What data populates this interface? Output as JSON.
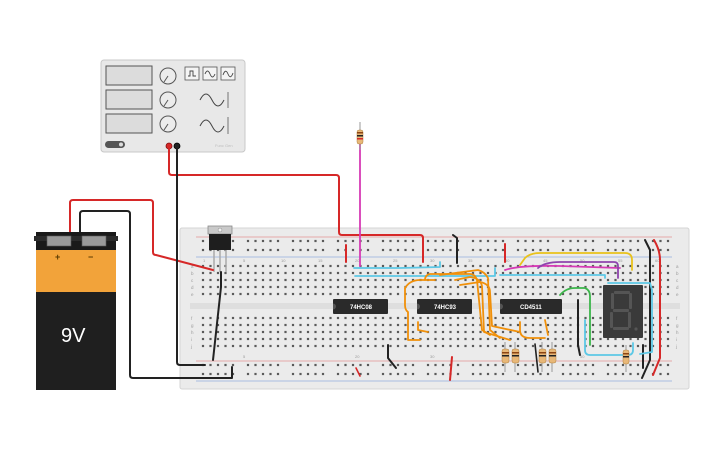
{
  "battery": {
    "voltage_label": "9V",
    "plus_label": "+",
    "minus_label": "−"
  },
  "chips": [
    {
      "id": "chip-74hc08",
      "label": "74HC08"
    },
    {
      "id": "chip-74hc93",
      "label": "74HC93"
    },
    {
      "id": "chip-cd4511",
      "label": "CD4511"
    }
  ],
  "breadboard": {
    "row_letters_top": [
      "a",
      "b",
      "c",
      "d",
      "e"
    ],
    "row_letters_bottom": [
      "f",
      "g",
      "h",
      "i",
      "j"
    ],
    "column_numbers": [
      "1",
      "5",
      "10",
      "15",
      "20",
      "25",
      "30",
      "35",
      "40",
      "45",
      "50",
      "55",
      "60"
    ]
  },
  "function_generator": {
    "brand_label": "Func Gen",
    "wave_buttons": [
      "square-wave-icon",
      "sine-wave-icon",
      "triangle-wave-icon"
    ]
  },
  "colors": {
    "wire_red": "#d62828",
    "wire_black": "#222222",
    "wire_orange": "#f0900a",
    "wire_cyan": "#5cc8e6",
    "wire_magenta": "#d63ab5",
    "wire_yellow": "#e9c21a",
    "wire_purple": "#8e44ad",
    "wire_green": "#3bb54a",
    "breadboard_bg": "#ebebeb",
    "chip_bg": "#2a2a2a",
    "battery_top": "#1a1a1a",
    "battery_label": "#f2a33a"
  }
}
